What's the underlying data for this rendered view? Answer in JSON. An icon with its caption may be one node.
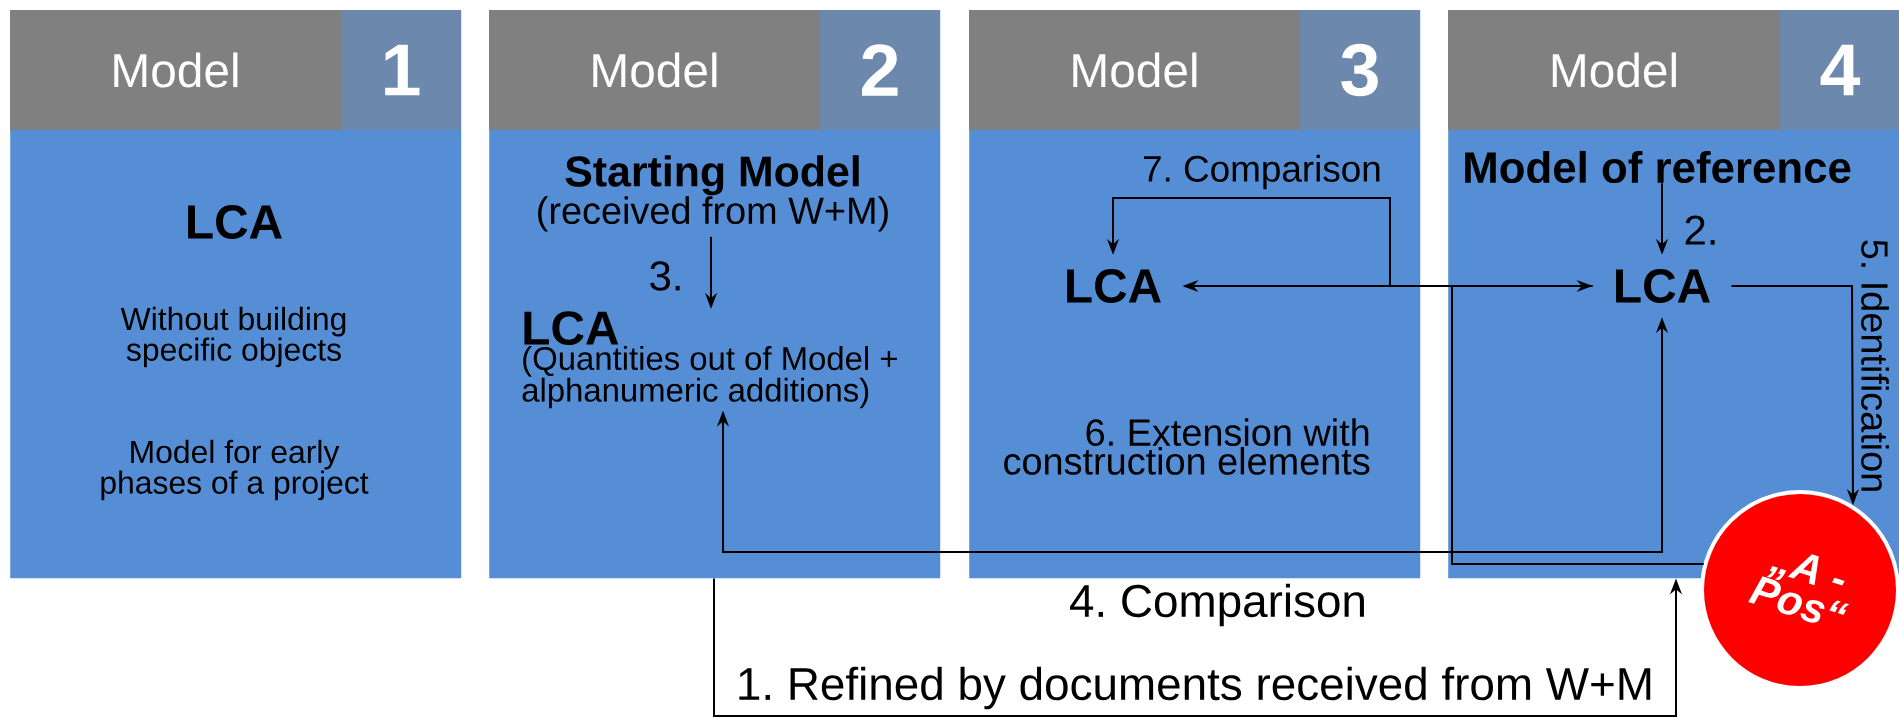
{
  "diagram": {
    "nodes": [
      {
        "text": [
          "Model",
          "1",
          "LCA",
          "Without building specific objects",
          "Model for early phases of a project"
        ]
      },
      {
        "text": [
          "Model",
          "2"
        ]
      },
      {
        "text": [
          "Starting Model",
          "(received from W+M)"
        ],
        "in": 1
      },
      {
        "text": [
          "LCA",
          "(Quantities out of Model + alphanumeric additions)"
        ],
        "in": 1
      },
      {
        "text": [
          "Model",
          "3"
        ]
      },
      {
        "text": [
          "LCA"
        ],
        "in": 4
      },
      {
        "text": [
          "Model",
          "4"
        ]
      },
      {
        "text": [
          "Model of reference"
        ],
        "in": 6
      },
      {
        "text": [
          "LCA"
        ],
        "in": 6
      },
      {
        "text": [
          "„A - Pos“"
        ]
      }
    ],
    "edges": [
      {
        "from": 1,
        "to": 6,
        "arrow": "to",
        "label": "1. Refined by documents received from W+M"
      },
      {
        "from": 7,
        "to": 8,
        "arrow": "to",
        "label": "2."
      },
      {
        "from": 2,
        "to": 3,
        "arrow": "to",
        "label": "3."
      },
      {
        "from": 9,
        "to": 5,
        "arrow": "to",
        "label": "4. Comparison"
      },
      {
        "from": 9,
        "to": 8,
        "arrow": "to"
      },
      {
        "from": 8,
        "to": 9,
        "arrow": "to",
        "label": "5. Identification"
      },
      {
        "from": 3,
        "to": 8,
        "arrow": "both"
      },
      {
        "from": 8,
        "to": 5,
        "arrow": "to",
        "label": "7. Comparison"
      }
    ],
    "labels": [
      "6. Extension with construction elements"
    ]
  }
}
